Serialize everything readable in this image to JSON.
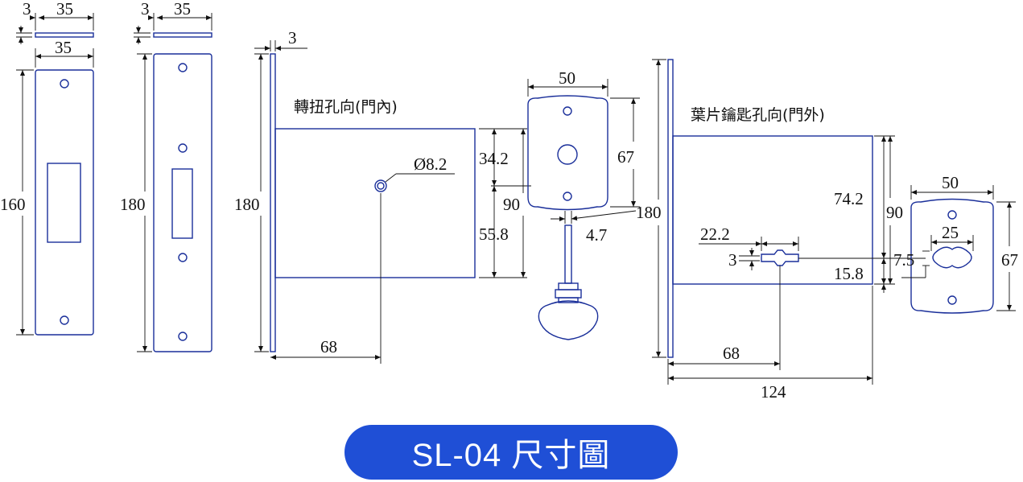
{
  "title": "SL-04 尺寸圖",
  "colors": {
    "part_stroke": "#1a2f9a",
    "banner_bg": "#1f4fd6",
    "banner_text": "#ffffff",
    "dimension": "#111111"
  },
  "labels": {
    "thumbturn_side": "轉扭孔向(門內)",
    "key_side": "葉片鑰匙孔向(門外)"
  },
  "dims": {
    "strike1_thick": "3",
    "strike1_width_top": "35",
    "strike1_width": "35",
    "strike1_height": "160",
    "strike2_thick": "3",
    "strike2_width": "35",
    "strike2_height": "180",
    "body_plate_thick": "3",
    "body_height": "180",
    "hole_dia": "Ø8.2",
    "backset": "68",
    "tt_width": "50",
    "tt_height": "67",
    "tt_upper": "34.2",
    "tt_lower": "55.8",
    "tt_total": "90",
    "spindle": "4.7",
    "key_body_height": "180",
    "key_upper": "74.2",
    "key_total": "90",
    "key_lower": "15.8",
    "key_offset": "22.2",
    "key_small": "3",
    "key_backset": "68",
    "key_case_depth": "124",
    "esc_width": "50",
    "esc_slot": "25",
    "esc_offset": "7.5",
    "esc_height": "67"
  }
}
